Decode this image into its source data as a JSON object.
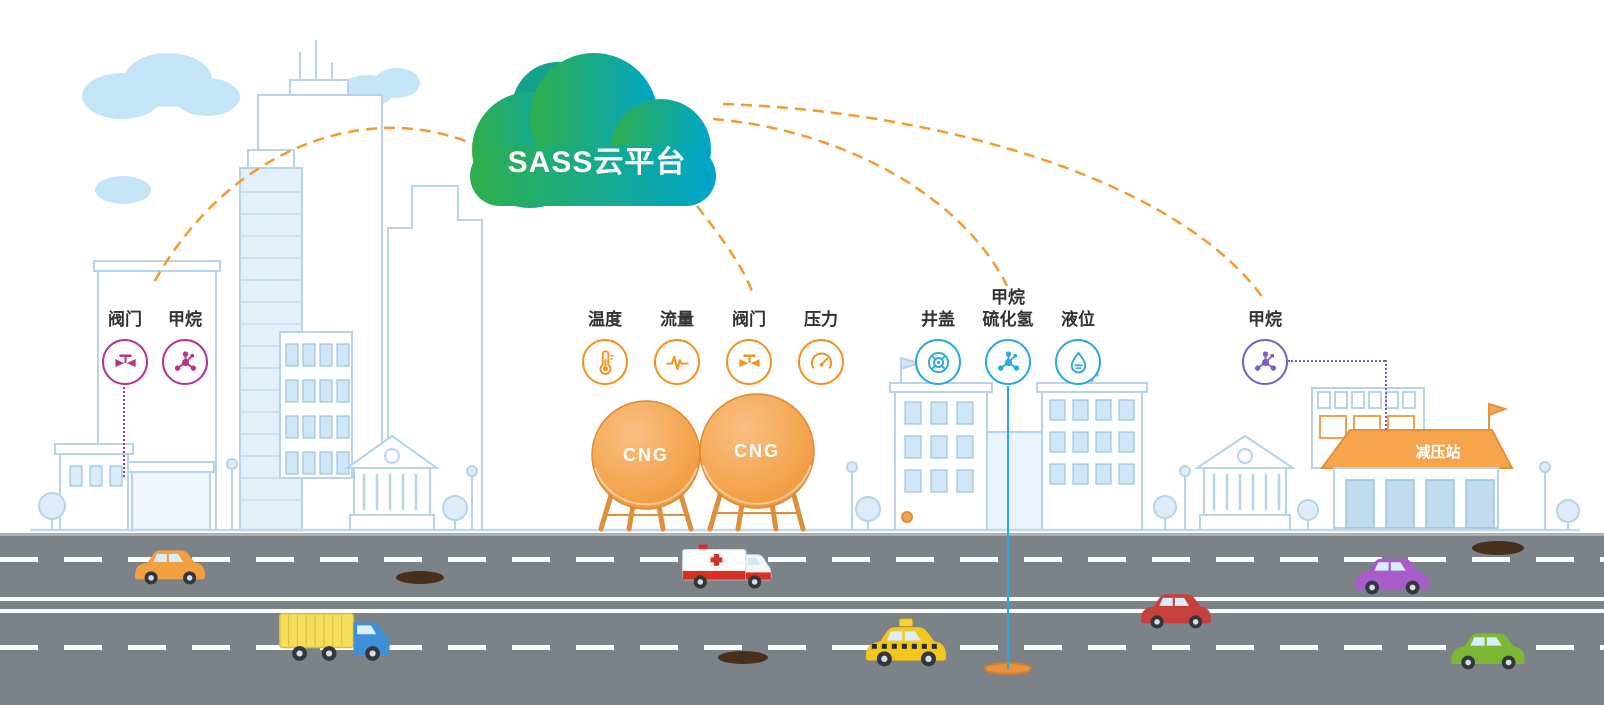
{
  "cloud": {
    "label": "SASS云平台"
  },
  "station": {
    "label": "减压站"
  },
  "tanks": [
    {
      "label": "CNG"
    },
    {
      "label": "CNG"
    }
  ],
  "sensor_groups": [
    {
      "name": "city-building-sensors",
      "color": "#b5338a",
      "items": [
        {
          "label": "阀门",
          "icon": "valve-icon"
        },
        {
          "label": "甲烷",
          "icon": "methane-molecule-icon"
        }
      ]
    },
    {
      "name": "cng-station-sensors",
      "color": "#f3921e",
      "items": [
        {
          "label": "温度",
          "icon": "thermometer-icon"
        },
        {
          "label": "流量",
          "icon": "flow-wave-icon"
        },
        {
          "label": "阀门",
          "icon": "valve-icon"
        },
        {
          "label": "压力",
          "icon": "pressure-gauge-icon"
        }
      ]
    },
    {
      "name": "pipeline-manhole-sensors",
      "color": "#29a9e1",
      "items": [
        {
          "label": "井盖",
          "icon": "manhole-cover-icon"
        },
        {
          "label": "甲烷",
          "label2": "硫化氢",
          "icon": "methane-molecule-icon"
        },
        {
          "label": "液位",
          "icon": "liquid-level-icon"
        }
      ]
    },
    {
      "name": "pressure-station-sensors",
      "color": "#7a5fc0",
      "items": [
        {
          "label": "甲烷",
          "icon": "methane-molecule-icon"
        }
      ]
    }
  ],
  "colors": {
    "cloud_gradient_start": "#2fae4a",
    "cloud_gradient_end": "#00a6c9",
    "cloud_back": "#12a18d",
    "connection_dash_orange": "#f29b2e",
    "magenta_group": "#b5338a",
    "orange_group": "#f3921e",
    "blue_group": "#29a9e1",
    "purple_group": "#7a5fc0",
    "tank_orange": "#f3a24b",
    "road_gray": "#7b8288",
    "skyline_blue": "#b7d3e8"
  }
}
